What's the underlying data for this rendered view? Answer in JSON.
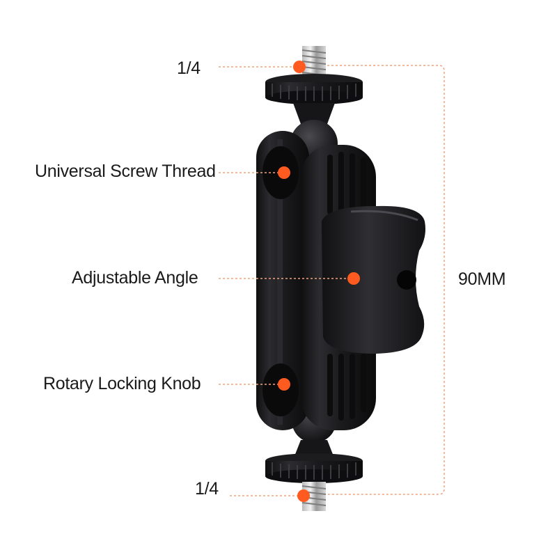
{
  "image": {
    "subject": "ball-head-arm-mount",
    "colors": {
      "background": "#ffffff",
      "body": "#1b1b1d",
      "highlight": "#3a3a3e",
      "accent": "#ff5a1f",
      "dim_line": "#f4a27c",
      "text": "#1a1a1a"
    }
  },
  "callouts": {
    "top_thread": "1/4",
    "universal_screw_thread": "Universal Screw Thread",
    "adjustable_angle": "Adjustable Angle",
    "rotary_locking_knob": "Rotary Locking Knob",
    "bottom_thread": "1/4"
  },
  "dimension": {
    "length": "90MM"
  }
}
